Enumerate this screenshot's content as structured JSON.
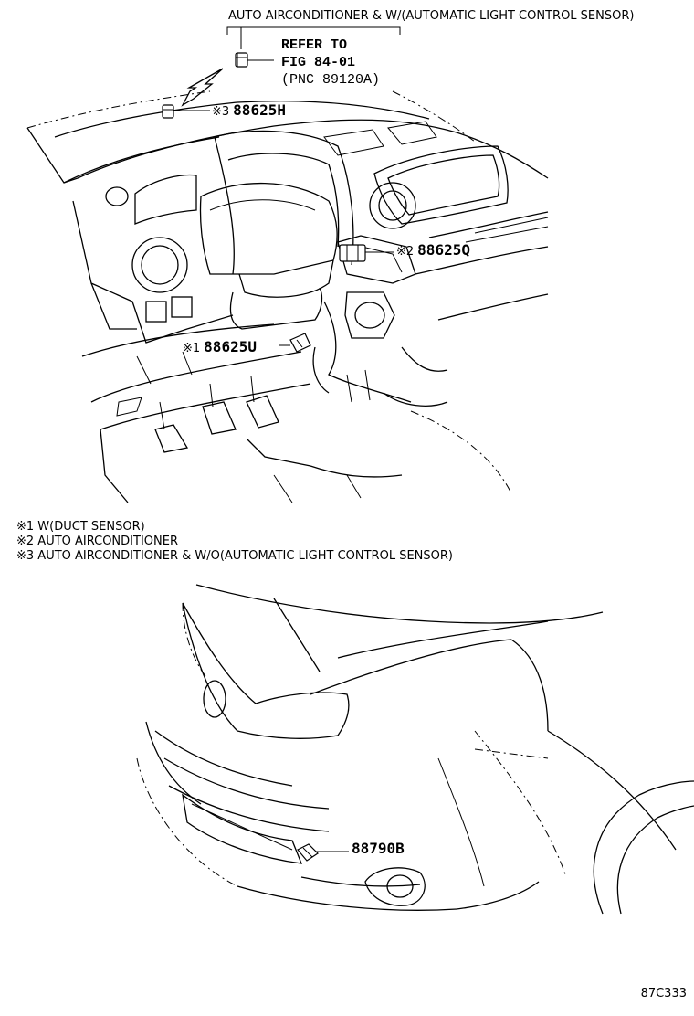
{
  "header_note": "AUTO AIRCONDITIONER & W/(AUTOMATIC LIGHT CONTROL SENSOR)",
  "refer": {
    "line1": "REFER TO",
    "line2": "FIG 84-01",
    "line3": "(PNC 89120A)"
  },
  "callouts": [
    {
      "mark": "※3",
      "part_no": "88625H"
    },
    {
      "mark": "※2",
      "part_no": "88625Q"
    },
    {
      "mark": "※1",
      "part_no": "88625U"
    },
    {
      "mark": "",
      "part_no": "88790B"
    }
  ],
  "notes": [
    "※1 W(DUCT SENSOR)",
    "※2 AUTO AIRCONDITIONER",
    "※3 AUTO AIRCONDITIONER & W/O(AUTOMATIC LIGHT CONTROL SENSOR)"
  ],
  "figure_code": "87C333"
}
